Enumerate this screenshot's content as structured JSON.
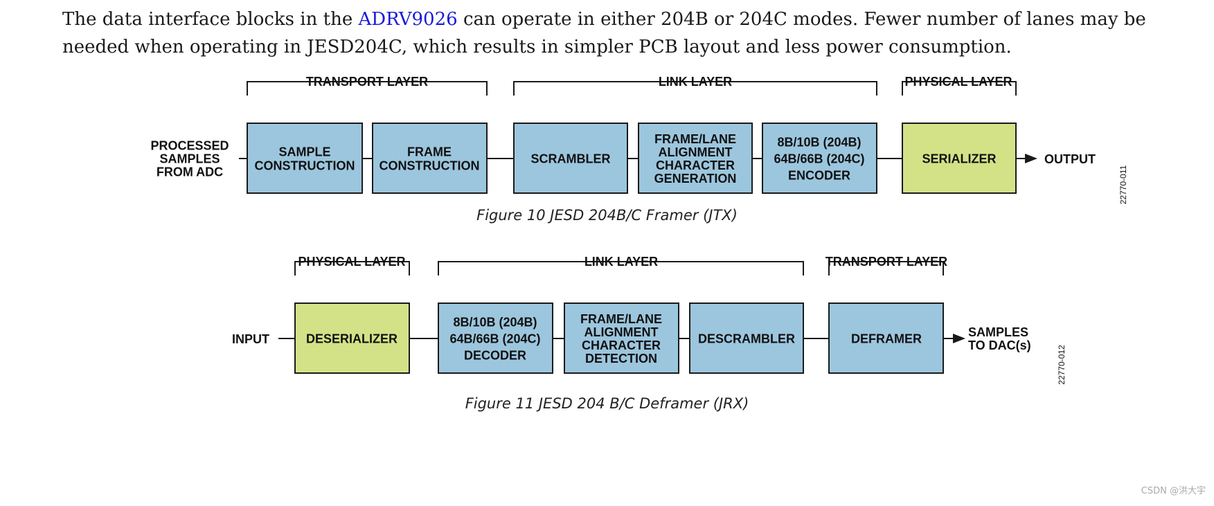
{
  "intro": {
    "before_link": "The data interface blocks in the ",
    "link_text": "ADRV9026",
    "after_link": " can operate in either 204B or 204C modes. Fewer number of lanes may be needed when operating in JESD204C, which results in simpler PCB layout and less power consumption."
  },
  "figure10": {
    "caption": "Figure 10 JESD 204B/C Framer (JTX)",
    "figure_id": "22770-011",
    "input_label": [
      "PROCESSED",
      "SAMPLES",
      "FROM ADC"
    ],
    "output_label": "OUTPUT",
    "layers": [
      "TRANSPORT LAYER",
      "LINK LAYER",
      "PHYSICAL LAYER"
    ],
    "blocks": [
      {
        "lines": [
          "SAMPLE",
          "CONSTRUCTION"
        ]
      },
      {
        "lines": [
          "FRAME",
          "CONSTRUCTION"
        ]
      },
      {
        "lines": [
          "SCRAMBLER"
        ]
      },
      {
        "lines": [
          "FRAME/LANE",
          "ALIGNMENT",
          "CHARACTER",
          "GENERATION"
        ]
      },
      {
        "lines": [
          "8B/10B (204B)",
          "64B/66B (204C)",
          "ENCODER"
        ]
      },
      {
        "lines": [
          "SERIALIZER"
        ]
      }
    ]
  },
  "figure11": {
    "caption": "Figure 11 JESD 204 B/C Deframer (JRX)",
    "figure_id": "22770-012",
    "input_label": "INPUT",
    "output_label": [
      "SAMPLES",
      "TO DAC(s)"
    ],
    "layers": [
      "PHYSICAL LAYER",
      "LINK LAYER",
      "TRANSPORT LAYER"
    ],
    "blocks": [
      {
        "lines": [
          "DESERIALIZER"
        ]
      },
      {
        "lines": [
          "8B/10B (204B)",
          "64B/66B (204C)",
          "DECODER"
        ]
      },
      {
        "lines": [
          "FRAME/LANE",
          "ALIGNMENT",
          "CHARACTER",
          "DETECTION"
        ]
      },
      {
        "lines": [
          "DESCRAMBLER"
        ]
      },
      {
        "lines": [
          "DEFRAMER"
        ]
      }
    ]
  },
  "watermark": "CSDN @洪大宇",
  "colors": {
    "block_blue": "#9cc6de",
    "block_green": "#d3e287",
    "link": "#1a1ad8"
  }
}
